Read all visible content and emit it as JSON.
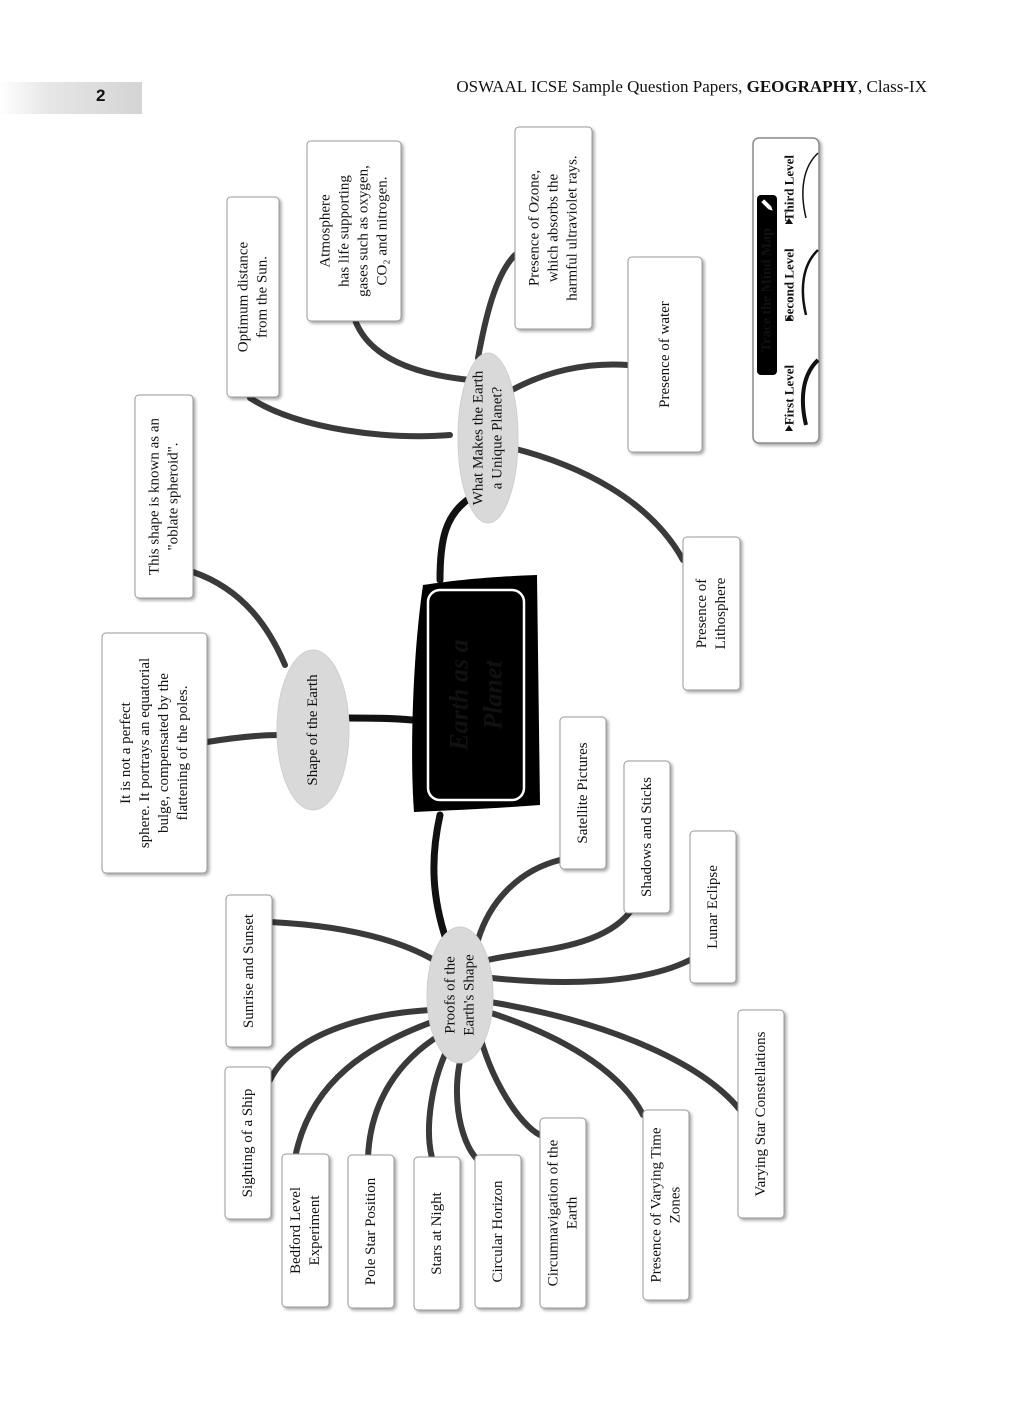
{
  "header": {
    "page_number": "2",
    "title_prefix": "OSWAAL ICSE Sample Question Papers, ",
    "title_subject": "GEOGRAPHY",
    "title_suffix": ", Class-IX"
  },
  "central": {
    "lines": [
      "Earth as a",
      "Planet"
    ]
  },
  "branches": {
    "shape": {
      "label": [
        "Shape of the Earth"
      ],
      "leaves": [
        [
          "This shape is known as an",
          "\"oblate  spheroid\"."
        ],
        [
          "It is not a perfect",
          "sphere. It portrays an equatorial",
          "bulge, compensated by the",
          "flattening of the poles."
        ]
      ]
    },
    "unique": {
      "label": [
        "What Makes the Earth",
        "a Unique Planet?"
      ],
      "leaves": [
        [
          "Optimum distance",
          "from the Sun."
        ],
        [
          "Atmosphere",
          "has life supporting",
          "gases such as oxygen,",
          "CO₂  and nitrogen."
        ],
        [
          "Presence of Ozone,",
          "which absorbs the",
          "harmful ultraviolet rays."
        ],
        [
          "Presence of water"
        ],
        [
          "Presence of",
          "Lithosphere"
        ]
      ]
    },
    "proofs": {
      "label": [
        "Proofs of the",
        "Earth's Shape"
      ],
      "leaves": [
        [
          "Satellite Pictures"
        ],
        [
          "Shadows and Sticks"
        ],
        [
          "Lunar Eclipse"
        ],
        [
          "Varying Star Constellations"
        ],
        [
          "Presence of Varying Time",
          "Zones"
        ],
        [
          "Circumnavigation of the",
          "Earth"
        ],
        [
          "Circular Horizon"
        ],
        [
          "Stars at Night"
        ],
        [
          "Pole Star Position"
        ],
        [
          "Bedford Level",
          "Experiment"
        ],
        [
          "Sighting of a Ship"
        ],
        [
          "Sunrise and Sunset"
        ]
      ]
    }
  },
  "legend": {
    "title": "Trace the  Mind Map",
    "levels": [
      "First Level",
      "Second Level",
      "Third Level"
    ]
  }
}
